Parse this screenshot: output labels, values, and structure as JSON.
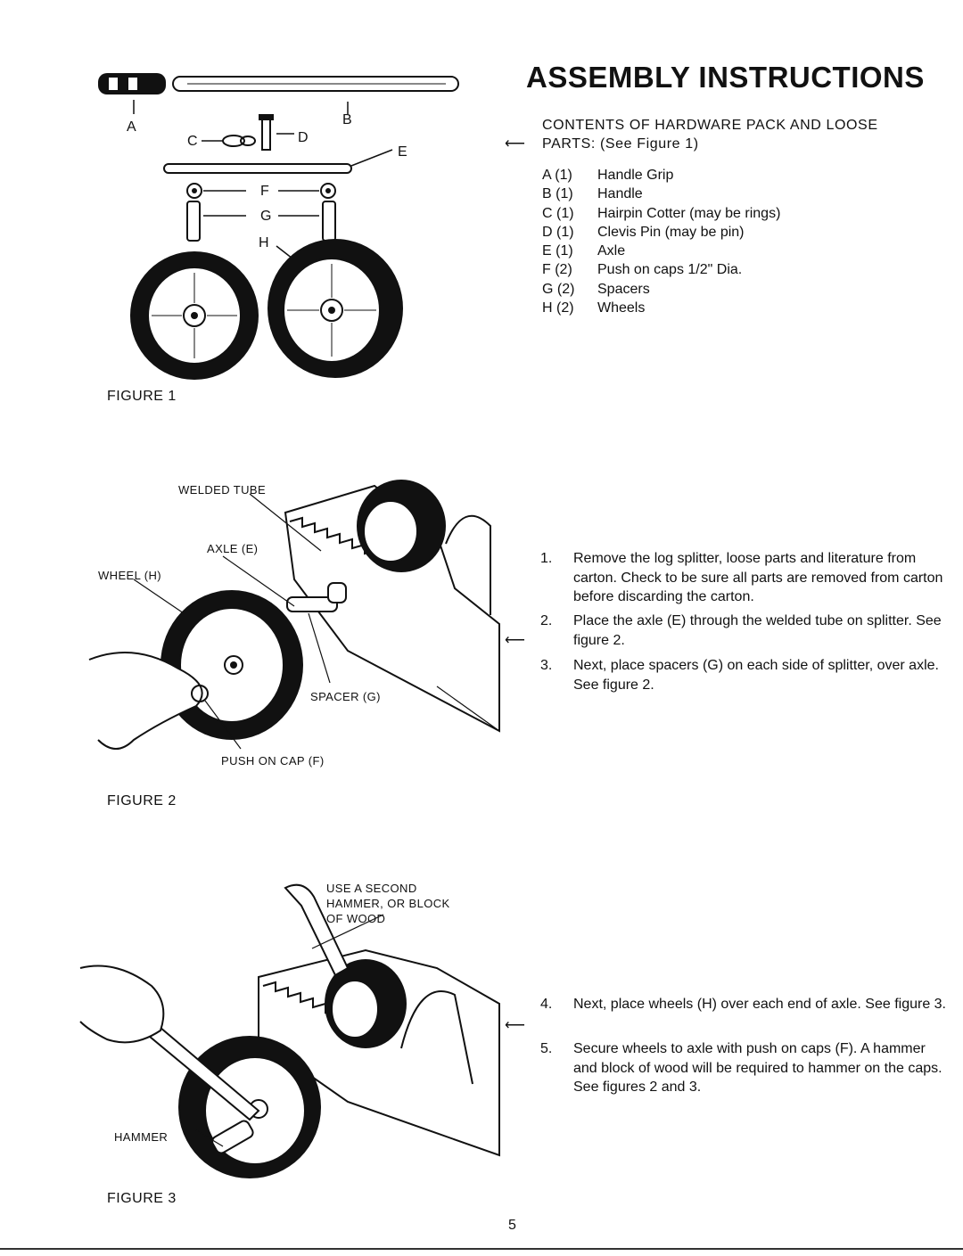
{
  "title": "ASSEMBLY INSTRUCTIONS",
  "contents": {
    "heading_line1": "CONTENTS OF HARDWARE PACK AND LOOSE",
    "heading_line2": "PARTS: (See Figure 1)",
    "items": [
      {
        "key": "A (1)",
        "desc": "Handle Grip"
      },
      {
        "key": "B (1)",
        "desc": "Handle"
      },
      {
        "key": "C (1)",
        "desc": "Hairpin Cotter (may be rings)"
      },
      {
        "key": "D (1)",
        "desc": "Clevis Pin (may be pin)"
      },
      {
        "key": "E (1)",
        "desc": "Axle"
      },
      {
        "key": "F (2)",
        "desc": "Push on caps 1/2\" Dia."
      },
      {
        "key": "G (2)",
        "desc": "Spacers"
      },
      {
        "key": "H (2)",
        "desc": "Wheels"
      }
    ]
  },
  "figure1": {
    "label": "FIGURE 1",
    "letters": {
      "a": "A",
      "b": "B",
      "c": "C",
      "d": "D",
      "e": "E",
      "f": "F",
      "g": "G",
      "h": "H"
    }
  },
  "figure2": {
    "label": "FIGURE 2",
    "callouts": {
      "welded_tube": "WELDED TUBE",
      "axle": "AXLE (E)",
      "wheel": "WHEEL (H)",
      "spacer": "SPACER (G)",
      "push_cap": "PUSH ON CAP (F)"
    }
  },
  "figure3": {
    "label": "FIGURE 3",
    "callouts": {
      "use_second_1": "USE A SECOND",
      "use_second_2": "HAMMER, OR BLOCK",
      "use_second_3": "OF WOOD",
      "hammer": "HAMMER"
    }
  },
  "steps": [
    {
      "num": "1.",
      "text": "Remove the log splitter, loose parts and literature from carton. Check to be sure all parts are removed from carton before discarding the carton."
    },
    {
      "num": "2.",
      "text": "Place the axle (E) through the welded tube on splitter. See figure 2."
    },
    {
      "num": "3.",
      "text": "Next, place spacers (G) on each side of splitter, over axle. See figure 2."
    },
    {
      "num": "4.",
      "text": "Next, place wheels (H) over each end of axle. See figure 3."
    },
    {
      "num": "5.",
      "text": "Secure wheels to axle with push on caps (F). A hammer and block of wood will be required to hammer on the caps. See figures 2 and 3."
    }
  ],
  "page_number": "5"
}
